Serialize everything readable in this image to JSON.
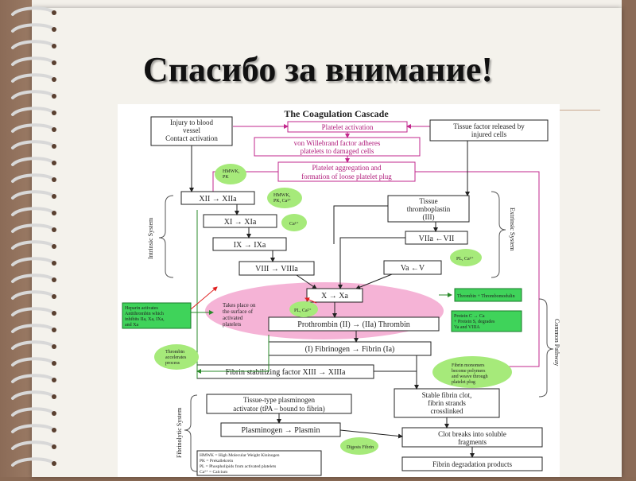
{
  "slide_title": "Спасибо за внимание!",
  "diagram": {
    "title": "The Coagulation Cascade",
    "injury": [
      "Injury to blood",
      "vessel",
      "Contact activation"
    ],
    "platelet_activation": "Platelet activation",
    "vwf": [
      "von Willebrand factor adheres",
      "platelets to damaged cells"
    ],
    "platelet_aggregation": [
      "Platelet aggregation and",
      "formation of loose platelet plug"
    ],
    "tissue_factor": [
      "Tissue factor released by",
      "injured cells"
    ],
    "tissue_thromboplastin": [
      "Tissue",
      "thromboplastin",
      "(III)"
    ],
    "xii": "XII → XIIa",
    "xi": "XI → XIa",
    "ix": "IX → IXa",
    "viii": "VIII → VIIIa",
    "vii": "VIIa ←VII",
    "v": "Va ←V",
    "x": "X → Xa",
    "prothrombin": "Prothrombin (II) → (IIa) Thrombin",
    "fibrinogen": "(I) Fibrinogen → Fibrin (Ia)",
    "fibrin_stab": "Fibrin stabilizing factor XIII → XIIIa",
    "stable_clot": [
      "Stable fibrin clot,",
      "fibrin strands",
      "crosslinked"
    ],
    "tpa": [
      "Tissue-type plasminogen",
      "activator (tPA – bound to fibrin)"
    ],
    "plasminogen": "Plasminogen → Plasmin",
    "clot_breaks": [
      "Clot breaks into soluble",
      "fragments"
    ],
    "fdp": "Fibrin degradation products",
    "takes_place": [
      "Takes place on",
      "the surface of",
      "activated",
      "platelets"
    ],
    "intrinsic": "Intrinsic System",
    "extrinsic": "Extrinsic System",
    "common": "Common Pathway",
    "fibrinolytic": "Fibrinolytic System",
    "bubble_hmwk_pl": [
      "HMWK,",
      "PK"
    ],
    "bubble_hmwk_ca": [
      "HMWK,",
      "PK, Ca²⁺"
    ],
    "bubble_ca": "Ca²⁺",
    "bubble_plca_right": "PL, Ca²⁺",
    "bubble_plca_mid": "PL, Ca²⁺",
    "bubble_thrombin_acc": [
      "Thrombin",
      "accelerates",
      "process"
    ],
    "bubble_fibrin_monomers": [
      "Fibrin monomers",
      "become polymers",
      "and weave through",
      "platelet plug"
    ],
    "bubble_digests": "Digests Fibrin",
    "green_heparin": [
      "Heparin activates",
      "Antithrombin which",
      "inhibits IIa, Xa, IXa,",
      "and Xa"
    ],
    "green_thrombomodulin": [
      "Thrombin + Thrombomodulin"
    ],
    "green_protein_c": [
      "Protein C → Ca",
      "+ Protein S, degrades",
      "Va and VIIIA"
    ],
    "legend": [
      "HMWK = High Molecular Weight Kininogen",
      "PK = Prekallekrein",
      "PL = Phospholipids from activated platelets",
      "Ca²⁺ = Calcium"
    ],
    "colors": {
      "magenta": "#c2278c",
      "green_box": "#3fd35a",
      "green_bubble": "#a6ea7a",
      "pink_ellipse": "#f3a6cf"
    }
  }
}
